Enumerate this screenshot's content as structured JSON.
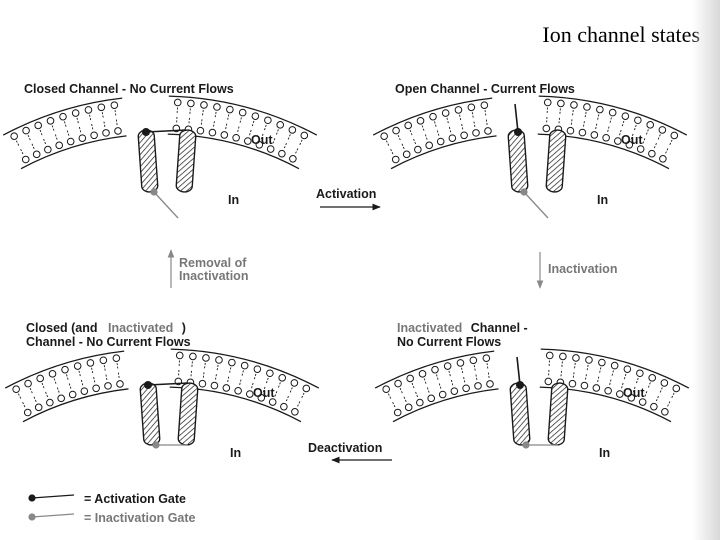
{
  "slide": {
    "title": "Ion channel states"
  },
  "panels": {
    "closed": {
      "line1": "Closed Channel - No Current Flows"
    },
    "open": {
      "line1": "Open Channel - Current Flows"
    },
    "closed_inactivated": {
      "line1_a": "Closed (and",
      "line1_b": "Inactivated",
      "line1_c": ")",
      "line2": "Channel - No Current Flows"
    },
    "inactivated": {
      "line1_a": "Inactivated",
      "line1_b": "Channel -",
      "line2": "No Current Flows"
    }
  },
  "membrane_labels": {
    "out": "Out",
    "in": "In"
  },
  "transitions": {
    "activation": "Activation",
    "inactivation": "Inactivation",
    "removal_line1": "Removal of",
    "removal_line2": "Inactivation",
    "deactivation": "Deactivation"
  },
  "legend": {
    "activation_gate": "= Activation Gate",
    "inactivation_gate": "= Inactivation Gate"
  },
  "colors": {
    "ink": "#1a1a1a",
    "grey_gate": "#888888",
    "grey_text": "#777777"
  }
}
